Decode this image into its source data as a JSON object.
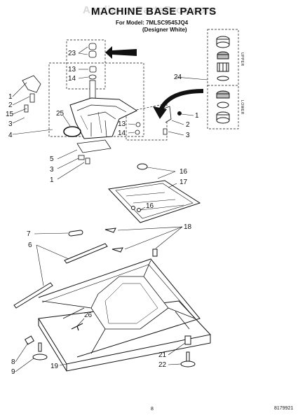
{
  "header": {
    "watermark": "AppliancePartsPros.com",
    "title": "MACHINE BASE PARTS",
    "model_line": "For Model: 7MLSC9545JQ4",
    "color_line": "(Designer White)"
  },
  "inset": {
    "upper_label": "UPPER",
    "lower_label": "LOWER"
  },
  "callouts": {
    "c1a": "1",
    "c2a": "2",
    "c15": "15",
    "c3a": "3",
    "c4": "4",
    "c25": "25",
    "c23": "23",
    "c13a": "13",
    "c14a": "14",
    "c24": "24",
    "c1b": "1",
    "c2b": "2",
    "c3b": "3",
    "c13b": "13",
    "c14b": "14",
    "c5": "5",
    "c3c": "3",
    "c1c": "1",
    "c16a": "16",
    "c17": "17",
    "c16b": "16",
    "c7": "7",
    "c6": "6",
    "c18": "18",
    "c26": "26",
    "c8": "8",
    "c9": "9",
    "c19": "19",
    "c21": "21",
    "c22": "22"
  },
  "footer": {
    "page_number": "8",
    "doc_number": "8179921"
  }
}
